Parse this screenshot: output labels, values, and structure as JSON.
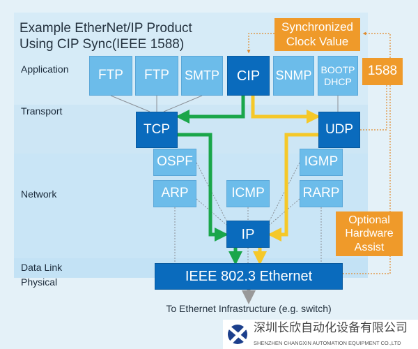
{
  "title_line1": "Example EtherNet/IP Product",
  "title_line2": "Using CIP Sync(IEEE 1588)",
  "layers": {
    "application": "Application",
    "transport": "Transport",
    "network": "Network",
    "datalink": "Data Link",
    "physical": "Physical"
  },
  "application_protocols": [
    "FTP",
    "FTP",
    "SMTP",
    "CIP",
    "SNMP",
    "BOOTP",
    "DHCP"
  ],
  "ieee1588": "1588",
  "sync_clock_line1": "Synchronized",
  "sync_clock_line2": "Clock Value",
  "transport_protocols": {
    "tcp": "TCP",
    "udp": "UDP"
  },
  "network_protocols": {
    "ospf": "OSPF",
    "arp": "ARP",
    "icmp": "ICMP",
    "igmp": "IGMP",
    "rarp": "RARP",
    "ip": "IP"
  },
  "hardware_assist": [
    "Optional",
    "Hardware",
    "Assist"
  ],
  "ethernet": "IEEE 802.3 Ethernet",
  "footer": "To Ethernet Infrastructure (e.g. switch)",
  "logo": {
    "company_cn": "深圳长欣自动化设备有限公司",
    "company_en": "SHENZHEN CHANGXIN AUTOMATION EQUIPMENT CO.,LTD"
  },
  "colors": {
    "light_box": "#6cbcea",
    "dark_box": "#0a6bbd",
    "orange": "#ef9a2a",
    "tcp_path": "#1aa64a",
    "udp_path": "#f5c829"
  }
}
